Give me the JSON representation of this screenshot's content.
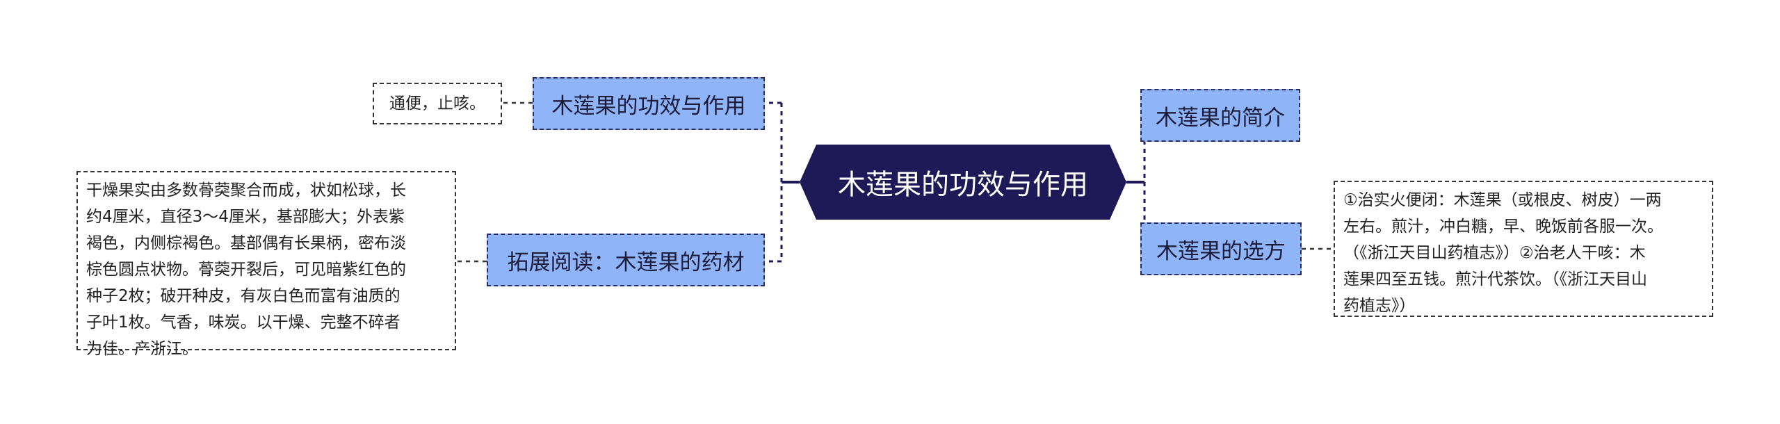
{
  "colors": {
    "center_fill": "#1e1a57",
    "center_text": "#ffffff",
    "topic_fill": "#8fb4f8",
    "topic_border": "#2c2c5a",
    "line": "#1e1a57",
    "note_border": "#333333"
  },
  "center": {
    "label": "木莲果的功效与作用"
  },
  "topics": {
    "effects": {
      "label": "木莲果的功效与作用"
    },
    "reading": {
      "label": "拓展阅读：木莲果的药材"
    },
    "intro": {
      "label": "木莲果的简介"
    },
    "recipes": {
      "label": "木莲果的选方"
    }
  },
  "notes": {
    "effects": {
      "text": "通便，止咳。"
    },
    "reading": {
      "lines": [
        "干燥果实由多数蓇葖聚合而成，状如松球，长",
        "约4厘米，直径3～4厘米，基部膨大；外表紫",
        "褐色，内侧棕褐色。基部偶有长果柄，密布淡",
        "棕色圆点状物。蓇葖开裂后，可见暗紫红色的",
        "种子2枚；破开种皮，有灰白色而富有油质的",
        "子叶1枚。气香，味炭。以干燥、完整不碎者",
        "为佳。产浙江。"
      ]
    },
    "recipes": {
      "lines": [
        "①治实火便闭：木莲果（或根皮、树皮）一两",
        "左右。煎汁，冲白糖，早、晚饭前各服一次。",
        "（《浙江天目山药植志》）②治老人干咳：木",
        "莲果四至五钱。煎汁代茶饮。（《浙江天目山",
        "药植志》）"
      ]
    }
  }
}
